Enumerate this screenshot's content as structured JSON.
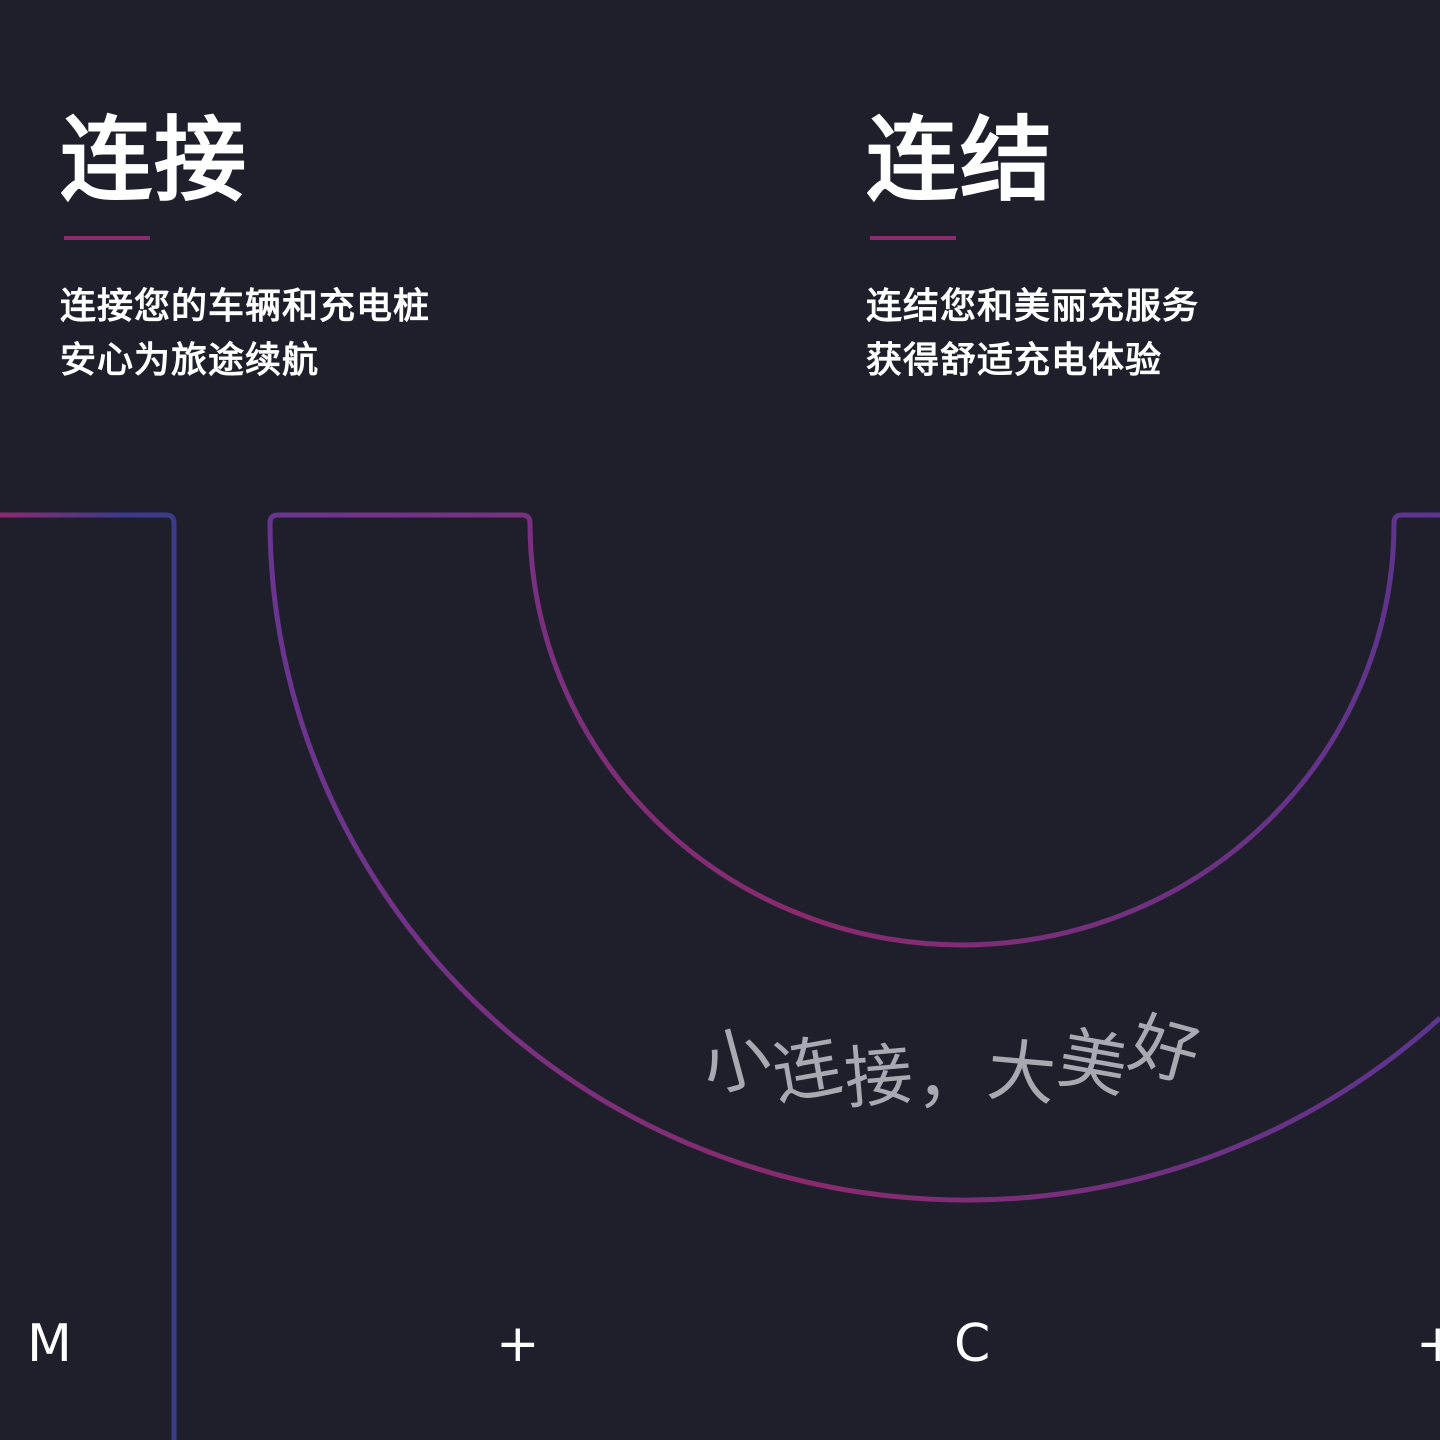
{
  "left_block": {
    "title": "连接",
    "lines": [
      "连接您的车辆和充电桩",
      "安心为旅途续航"
    ]
  },
  "right_block": {
    "title": "连结",
    "lines": [
      "连结您和美丽充服务",
      "获得舒适充电体验"
    ]
  },
  "slogan": "小连接，大美好",
  "bottom_marks": [
    "M",
    "+",
    "C",
    "+"
  ],
  "colors": {
    "background": "#1f1f2c",
    "accent_magenta": "#8c2a6e",
    "accent_purple": "#6a3a8c",
    "accent_indigo": "#3c3c88",
    "text": "#ffffff",
    "slogan_text": "#a9a9b2"
  }
}
